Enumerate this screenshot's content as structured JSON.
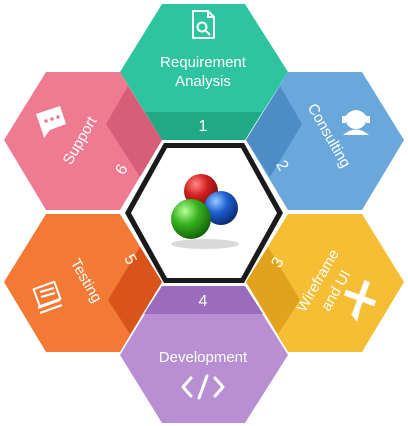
{
  "diagram": {
    "center_hub": {
      "icon": "colored-spheres-logo"
    },
    "steps": [
      {
        "number": "1",
        "title_lines": [
          "Requirement",
          "Analysis"
        ],
        "icon": "document-search-icon",
        "color": "#2ec4a0",
        "band_color": "#21a884"
      },
      {
        "number": "2",
        "title_lines": [
          "Consulting"
        ],
        "icon": "consultant-headset-icon",
        "color": "#6aa8dc",
        "band_color": "#4d8cc4"
      },
      {
        "number": "3",
        "title_lines": [
          "Wireframe",
          "and UI"
        ],
        "icon": "wireframe-tools-icon",
        "color": "#f5be35",
        "band_color": "#e1a21d"
      },
      {
        "number": "4",
        "title_lines": [
          "Development"
        ],
        "icon": "code-brackets-icon",
        "color": "#b98fd3",
        "band_color": "#9a6cbb"
      },
      {
        "number": "5",
        "title_lines": [
          "Testing"
        ],
        "icon": "testing-screen-icon",
        "color": "#f27a35",
        "band_color": "#d8541a"
      },
      {
        "number": "6",
        "title_lines": [
          "Support"
        ],
        "icon": "chat-support-icon",
        "color": "#ef7b92",
        "band_color": "#d75e79"
      }
    ]
  }
}
